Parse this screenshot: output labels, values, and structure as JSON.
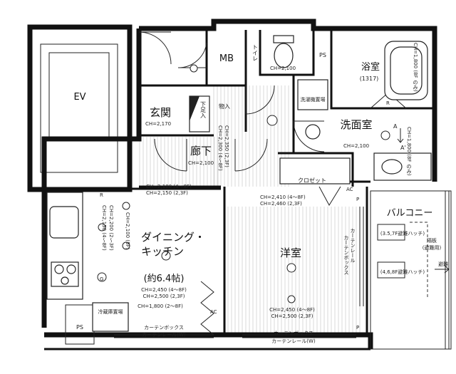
{
  "rooms": {
    "ev": "EV",
    "mb": "MB",
    "toilet": "トイレ",
    "bath": "浴室",
    "bath_size": "(1317)",
    "ps_top": "PS",
    "genkan": "玄関",
    "shoe_box": "下足入",
    "storage": "物入",
    "washroom": "洗面室",
    "hallway": "廊下",
    "closet": "クロゼット",
    "dining_kitchen_1": "ダイニング・",
    "dining_kitchen_2": "キッチン",
    "dk_size": "(約6.4帖)",
    "western_room": "洋室",
    "balcony": "バルコニー",
    "ps_bottom": "PS",
    "arrow_a": "A",
    "arrow_a2": "A'"
  },
  "labels": {
    "refrigerator": "冷蔵庫置場",
    "washer": "洗濯機置場",
    "vent_1": "(3.5,7F避難ハッチ)",
    "vent_2": "(4,6,8F避難ハッチ)",
    "partition": "隔板",
    "partition_note": "(避難用)",
    "evacuation": "避難",
    "curtain_box_dk_1": "カーテンボックス",
    "curtain_box_dk_2": "カーテンレール(W)",
    "curtain_box_room_1": "カーテンボックス",
    "curtain_box_room_2": "カーテンレール(W)",
    "curtain_vertical": "カーテンボックス",
    "curtain_vertical_2": "カーテンレール",
    "ac_1": "AC",
    "ac_2": "AC",
    "r_mark_1": "R",
    "r_mark_2": "R",
    "p_mark_1": "P",
    "p_mark_2": "P",
    "g_mark": "G"
  },
  "ceiling_heights": {
    "toilet": "CH=2,100",
    "genkan": "CH=2,170",
    "hallway": "CH=2,100",
    "washroom": "CH=2,100",
    "dk_top_1": "CH=2,100 (4～8F)",
    "dk_top_2": "CH=2,150 (2,3F)",
    "room_top_1": "CH=2,410 (4～8F)",
    "room_top_2": "CH=2,460 (2,3F)",
    "dk_main_1": "CH=2,450 (4～8F)",
    "dk_main_2": "CH=2,500 (2,3F)",
    "room_main_1": "CH=2,450 (4～8F)",
    "room_main_2": "CH=2,500 (2,3F)",
    "dk_bottom": "CH=1,800 (2～8F)",
    "kitchen_v_1": "CH=2,150 (4～8F)",
    "kitchen_v_2": "CH=2,200 (2～3F)",
    "kitchen_v_3": "CH=2,100 (8F)",
    "hall_v_1": "CH=2,300 (4～8F)",
    "hall_v_2": "CH=2,350 (2,3F)",
    "bath_v_1": "CH=1,800 (8F のみ)",
    "wash_v_1": "CH=1,800 (8F のみ)"
  }
}
